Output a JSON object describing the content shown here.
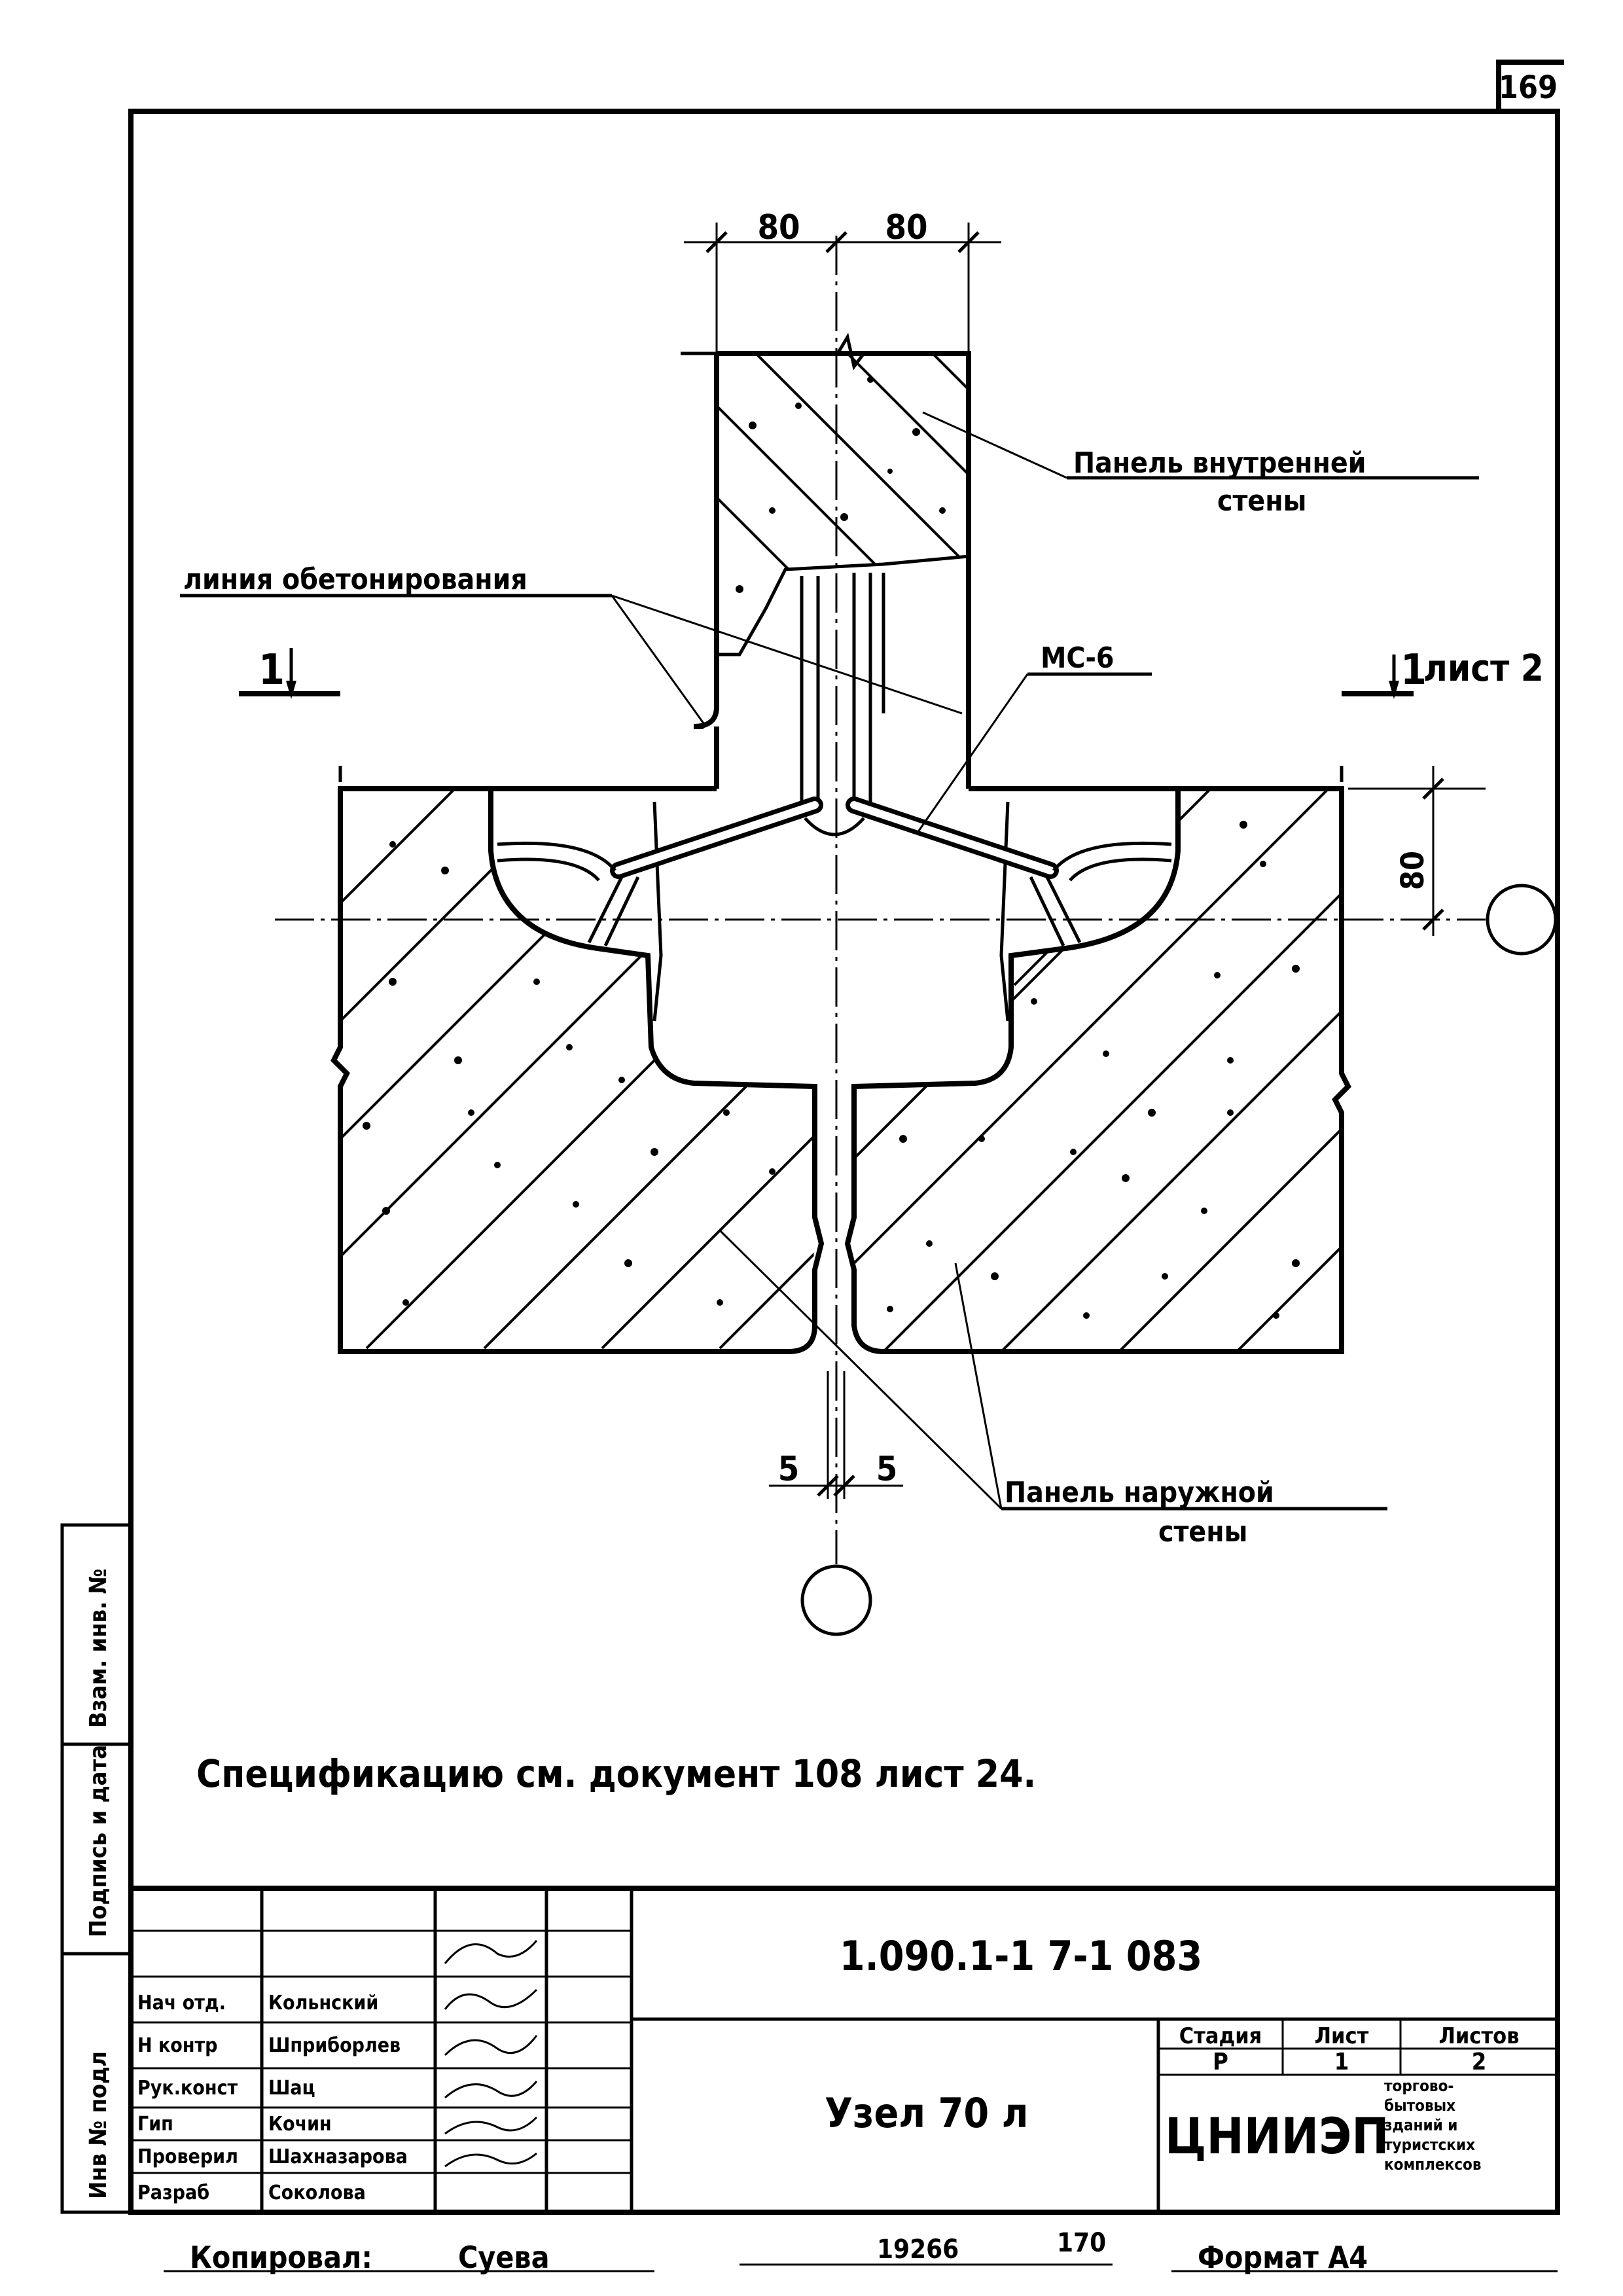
{
  "sheet_number": "169",
  "dimensions": {
    "top_left": "80",
    "top_right": "80",
    "right_vertical": "80",
    "bottom_left": "5",
    "bottom_right": "5"
  },
  "labels": {
    "inner_panel_line1": "Панель внутренней",
    "inner_panel_line2": "стены",
    "concreting_line": "линия обетонирования",
    "mc6": "МС-6",
    "section_left": "1",
    "section_right": "1",
    "section_right_sheet": "лист 2",
    "outer_panel_line1": "Панель наружной",
    "outer_panel_line2": "стены"
  },
  "note": "Спецификацию см. документ 108 лист 24.",
  "side_stamp": {
    "inv_podl": "Инв № подл",
    "podpis_data": "Подпись и дата",
    "vzam_inv": "Взам. инв. №"
  },
  "title_block": {
    "code": "1.090.1-1 7-1 083",
    "title": "Узел 70 л",
    "stage_header": "Стадия",
    "sheet_header": "Лист",
    "sheets_header": "Листов",
    "stage": "Р",
    "sheet": "1",
    "sheets": "2",
    "org": "ЦНИИЭП",
    "org_desc_1": "торгово-",
    "org_desc_2": "бытовых",
    "org_desc_3": "зданий и",
    "org_desc_4": "туристских",
    "org_desc_5": "комплексов",
    "roles": [
      {
        "role": "Нач отд.",
        "name": "Кольнский"
      },
      {
        "role": "Н контр",
        "name": "Шприборлев"
      },
      {
        "role": "Рук.конст",
        "name": "Шац"
      },
      {
        "role": "Гип",
        "name": "Кочин"
      },
      {
        "role": "Проверил",
        "name": "Шахназарова"
      },
      {
        "role": "Разраб",
        "name": "Соколова"
      }
    ]
  },
  "footer": {
    "copied_label": "Копировал:",
    "copied_name": "Суева",
    "number1": "19266",
    "number2": "170",
    "format": "Формат А4"
  }
}
